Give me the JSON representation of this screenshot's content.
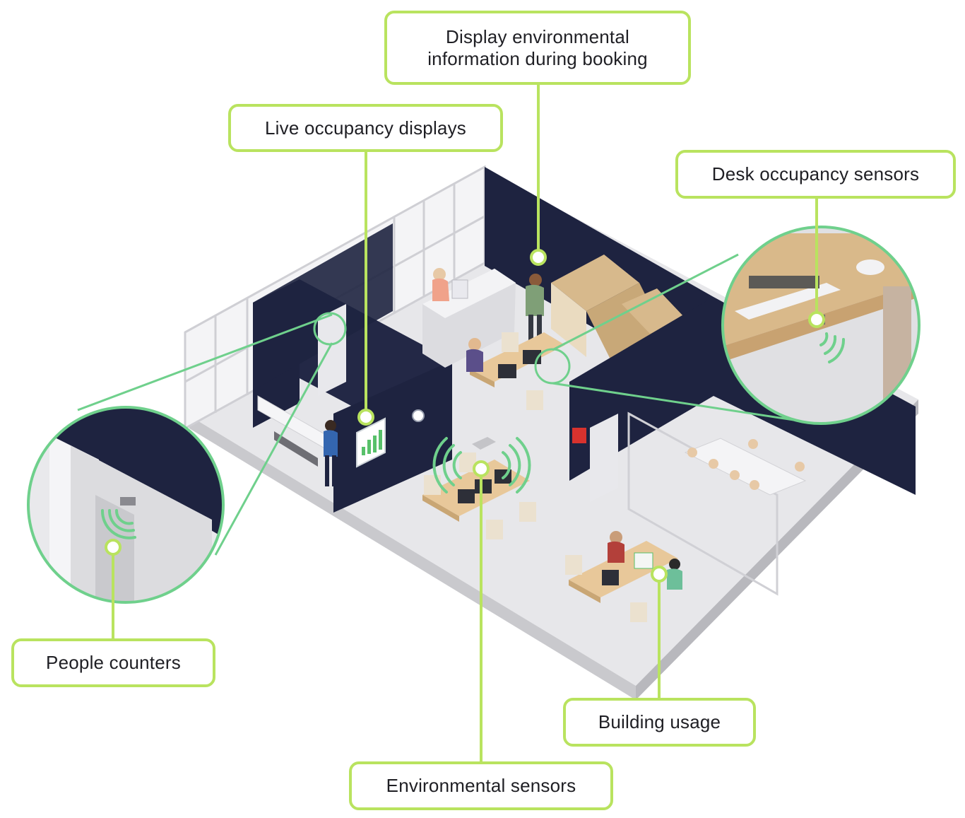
{
  "colors": {
    "accent_green": "#b9e35f",
    "leader_green": "#8fd65a",
    "zoom_ring": "#6fd08c",
    "wall_navy": "#1e2340",
    "floor_grey": "#e6e6e8",
    "wood": "#d9b98a",
    "screen_green": "#58c06a"
  },
  "callouts": {
    "display_env": "Display environmental\ninformation during booking",
    "live_occupancy": "Live occupancy displays",
    "desk_sensors": "Desk occupancy sensors",
    "people_counters": "People counters",
    "building_usage": "Building usage",
    "env_sensors": "Environmental sensors"
  },
  "icons": [
    "wifi-signal-icon",
    "bar-chart-icon",
    "wall-clock-icon",
    "exit-sign-icon"
  ]
}
